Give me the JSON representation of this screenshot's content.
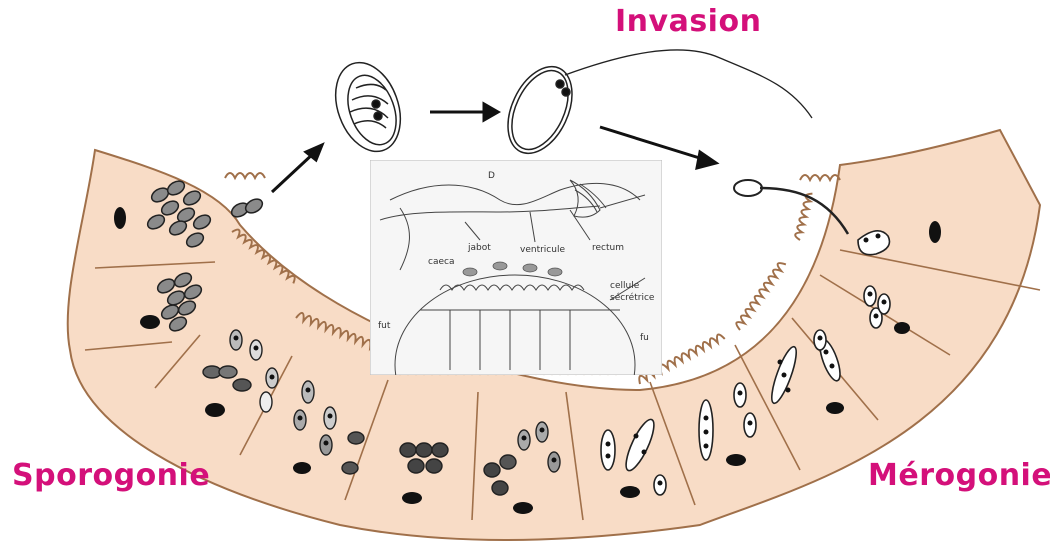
{
  "labels": {
    "invasion": "Invasion",
    "sporogonie": "Sporogonie",
    "merogonie": "Mérogonie"
  },
  "inset": {
    "top_letter": "D",
    "jabot": "jabot",
    "ventricule": "ventricule",
    "rectum": "rectum",
    "caeca": "caeca",
    "cellules_line1": "cellule",
    "cellules_line2": "sécrétrice",
    "left_code": "fut",
    "right_code": "fu"
  },
  "colors": {
    "cell_fill": "#f8dcc6",
    "cell_stroke": "#a0704a",
    "label_color": "#d4107a",
    "nucleus": "#111111",
    "spore_fill": "#8a8a8a"
  }
}
